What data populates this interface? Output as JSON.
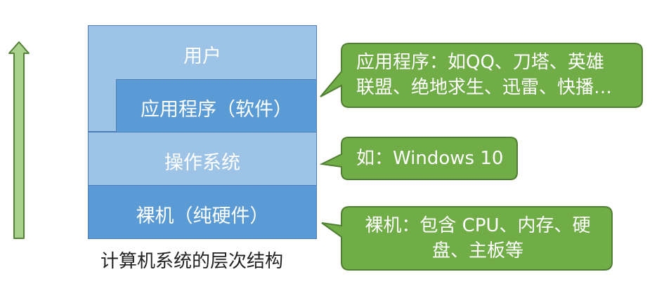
{
  "layers": {
    "user": "用户",
    "app": "应用程序（软件）",
    "os": "操作系统",
    "hardware": "裸机（纯硬件）"
  },
  "callouts": {
    "app": {
      "line1": "应用程序：如QQ、刀塔、英雄",
      "line2": "联盟、绝地求生、迅雷、快播…"
    },
    "os": {
      "line1": "如：Windows 10"
    },
    "hardware": {
      "line1": "裸机：包含 CPU、内存、硬",
      "line2": "盘、主板等"
    }
  },
  "caption": "计算机系统的层次结构",
  "colors": {
    "light_layer": "#9dc3e6",
    "dark_layer": "#5b9bd5",
    "layer_border": "#4a7ebb",
    "callout_fill": "#70ad47",
    "callout_border": "#507e32",
    "arrow_fill": "#a9d18e",
    "arrow_border": "#538135"
  },
  "icons": {
    "arrow": "up-arrow-icon"
  }
}
